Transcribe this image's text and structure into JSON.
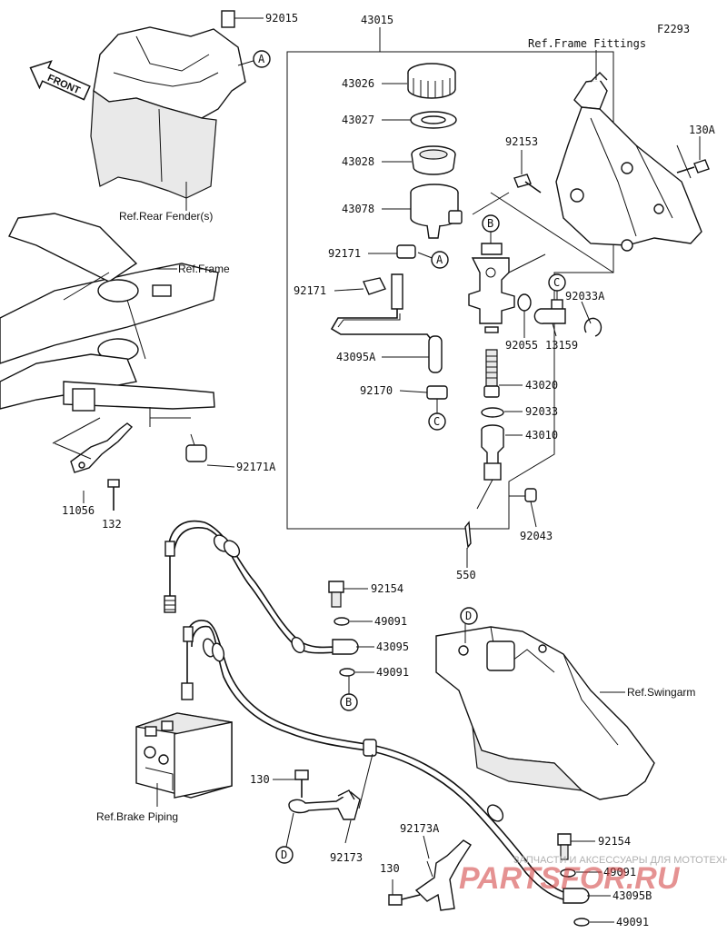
{
  "diagram_code": "F2293",
  "front_label": "FRONT",
  "references": {
    "rear_fender": "Ref.Rear Fender(s)",
    "frame": "Ref.Frame",
    "frame_fittings": "Ref.Frame Fittings",
    "swingarm": "Ref.Swingarm",
    "brake_piping": "Ref.Brake Piping"
  },
  "parts": {
    "p92015": "92015",
    "p43015": "43015",
    "p43026": "43026",
    "p43027": "43027",
    "p43028": "43028",
    "p43078": "43078",
    "p92171_a": "92171",
    "p92171_b": "92171",
    "p43095A": "43095A",
    "p92170": "92170",
    "p92153": "92153",
    "p130A": "130A",
    "p92033A": "92033A",
    "p92055": "92055",
    "p13159": "13159",
    "p43020": "43020",
    "p92033": "92033",
    "p43010": "43010",
    "p92043": "92043",
    "p550": "550",
    "p92171A": "92171A",
    "p11056": "11056",
    "p132": "132",
    "p92154_a": "92154",
    "p49091_a": "49091",
    "p43095": "43095",
    "p49091_b": "49091",
    "p130": "130",
    "p92173": "92173",
    "p92173A": "92173A",
    "p130_b": "130",
    "p92154_b": "92154",
    "p49091_c": "49091",
    "p43095B": "43095B",
    "p49091_d": "49091"
  },
  "callouts": {
    "A1": "A",
    "A2": "A",
    "B1": "B",
    "B2": "B",
    "C1": "C",
    "C2": "C",
    "D1": "D",
    "D2": "D"
  },
  "watermark": {
    "line1": "ЗАПЧАСТИ И АКСЕССУАРЫ ДЛЯ МОТОТЕХНИКИ",
    "line2": "PARTSFOR.RU"
  }
}
